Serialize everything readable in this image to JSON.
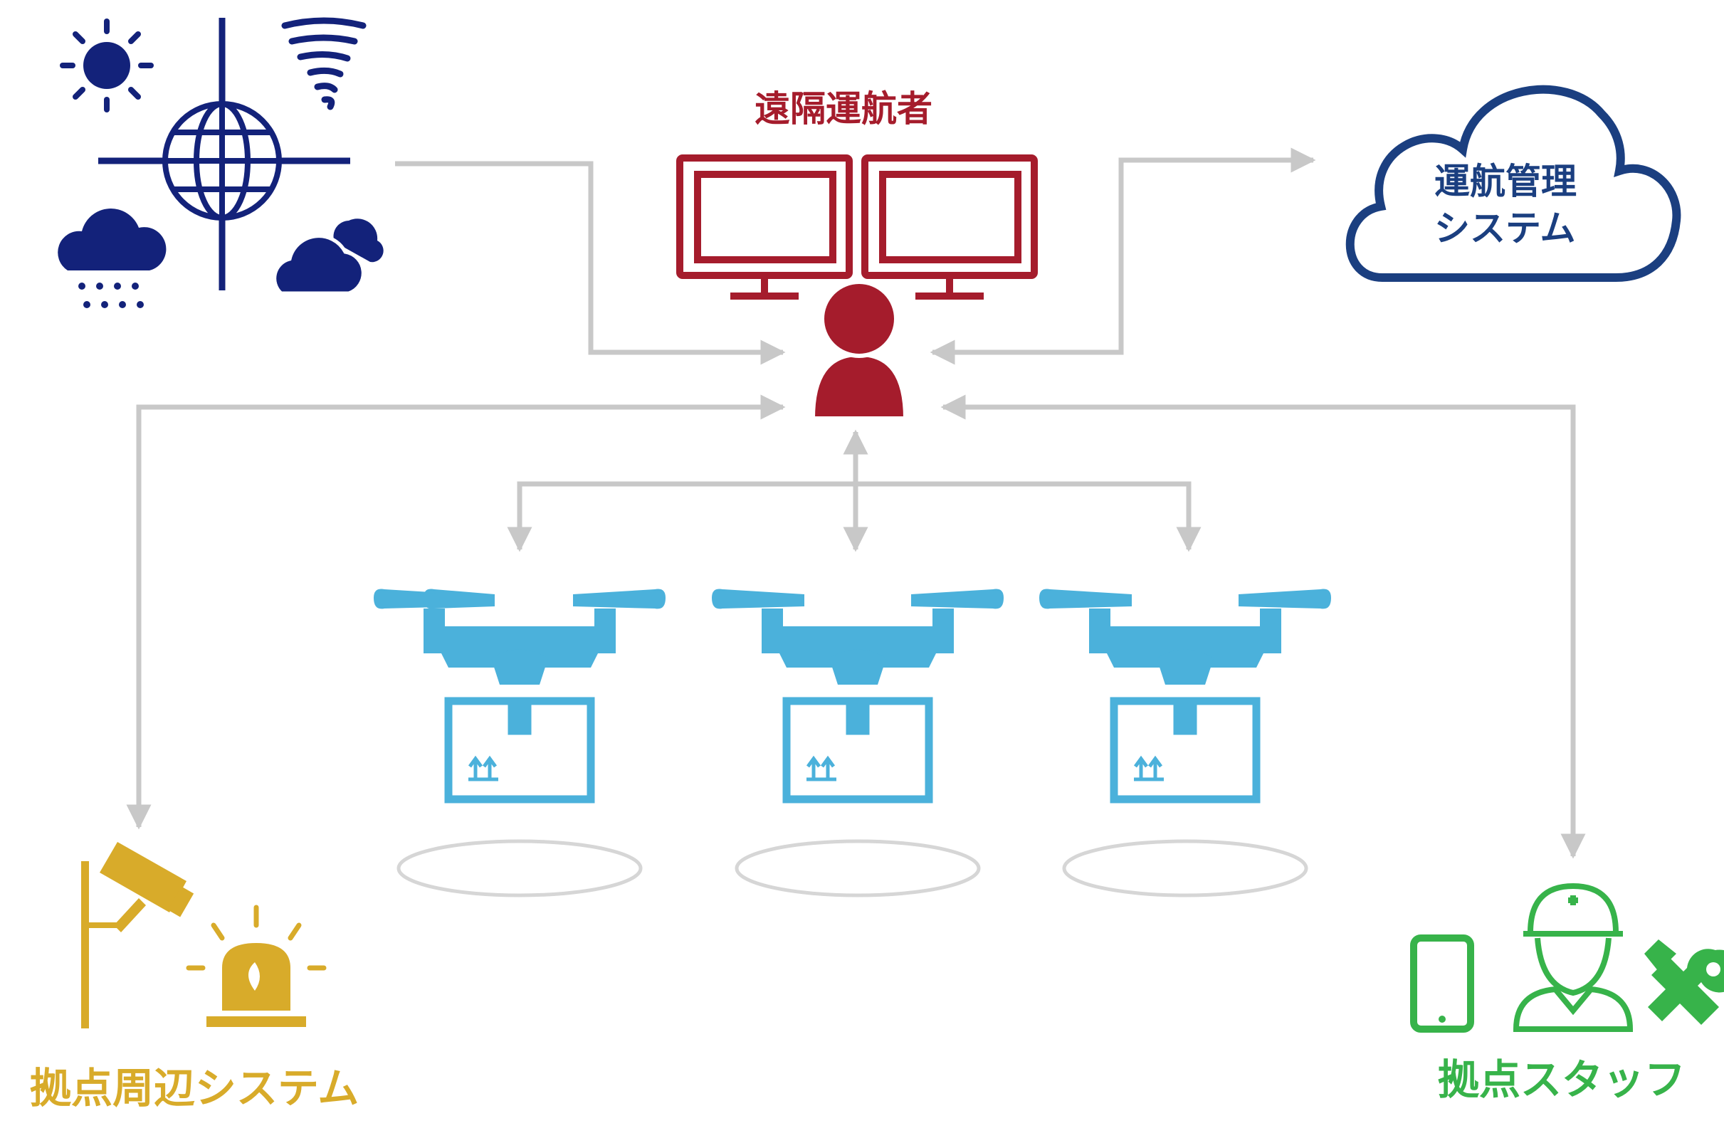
{
  "labels": {
    "remote_operator": "遠隔運航者",
    "ops_system_line1": "運航管理",
    "ops_system_line2": "システム",
    "base_surroundings_system": "拠点周辺システム",
    "base_staff": "拠点スタッフ"
  },
  "icons": {
    "weather": [
      "sun-icon",
      "tornado-icon",
      "globe-icon",
      "rain-cloud-icon",
      "cloud-icon"
    ],
    "operator": [
      "monitor-icon",
      "monitor-icon",
      "person-icon"
    ],
    "cloud": "cloud-icon",
    "drones": [
      "drone-icon",
      "drone-icon",
      "drone-icon"
    ],
    "base_system": [
      "security-camera-icon",
      "warning-light-icon"
    ],
    "staff": [
      "smartphone-icon",
      "worker-helmet-icon",
      "tools-icon"
    ]
  },
  "colors": {
    "weather": "#13227a",
    "operator": "#a51c2c",
    "cloud": "#1b3f80",
    "drone": "#4bb1db",
    "base_system": "#d8ab2a",
    "staff": "#37b34a",
    "arrows": "#c8c8c8"
  }
}
